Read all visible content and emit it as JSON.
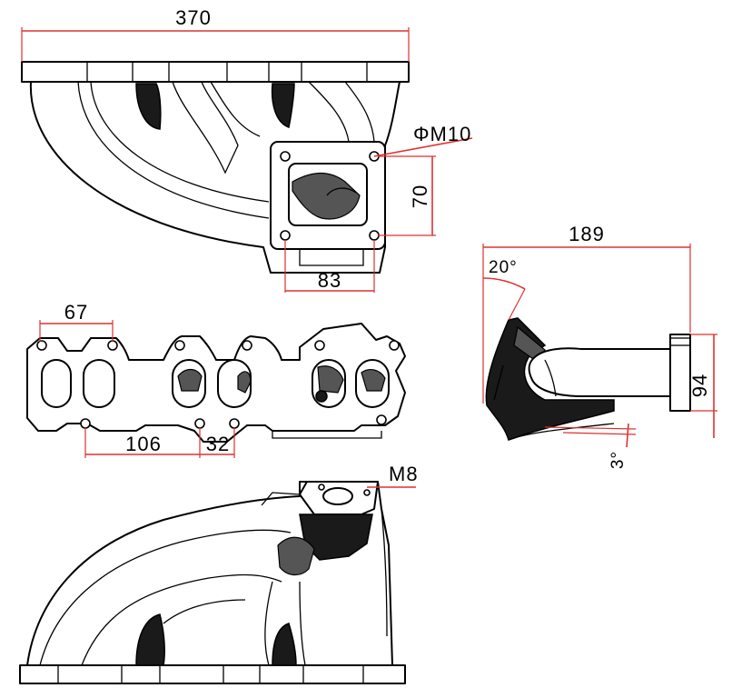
{
  "dimensions": {
    "overall_width": "370",
    "stud_size_turbo": "ΦM10",
    "turbo_flange_height": "70",
    "turbo_flange_width": "83",
    "side_length": "189",
    "side_angle_top": "20°",
    "side_flange_height": "94",
    "side_angle_bottom": "3°",
    "port_spacing": "67",
    "bolt_spacing_wide": "106",
    "bolt_spacing_narrow": "32",
    "wastegate_stud": "M8"
  },
  "colors": {
    "dimension_line": "#e03030",
    "outline": "#000000"
  }
}
